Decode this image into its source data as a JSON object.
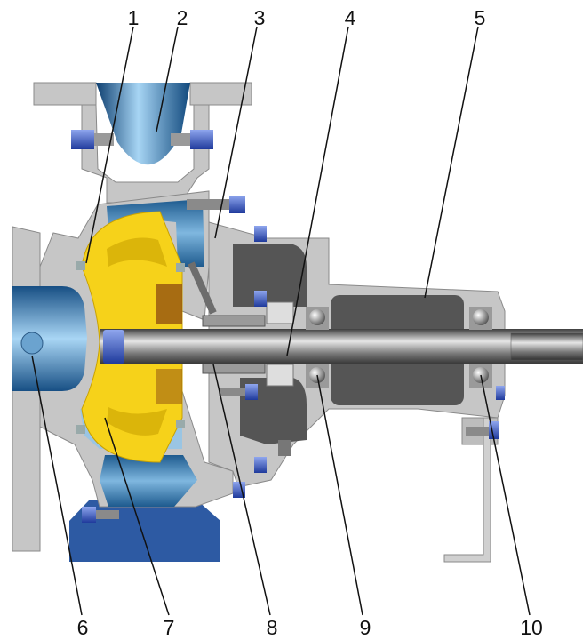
{
  "callouts": {
    "c1": "1",
    "c2": "2",
    "c3": "3",
    "c4": "4",
    "c5": "5",
    "c6": "6",
    "c7": "7",
    "c8": "8",
    "c9": "9",
    "c10": "10"
  },
  "colors": {
    "casing": "#c6c6c6",
    "casing_edge": "#8a8a8a",
    "impeller": "#f6d21a",
    "impeller_dark": "#c9a100",
    "fluid_blue": "#2b6fa8",
    "fluid_light": "#8fc4ea",
    "shaft": "#7c7c7c",
    "bolt_blue": "#3558c8",
    "base_blue": "#2d5aa3",
    "dark_cavity": "#555555",
    "leader": "#111111"
  }
}
